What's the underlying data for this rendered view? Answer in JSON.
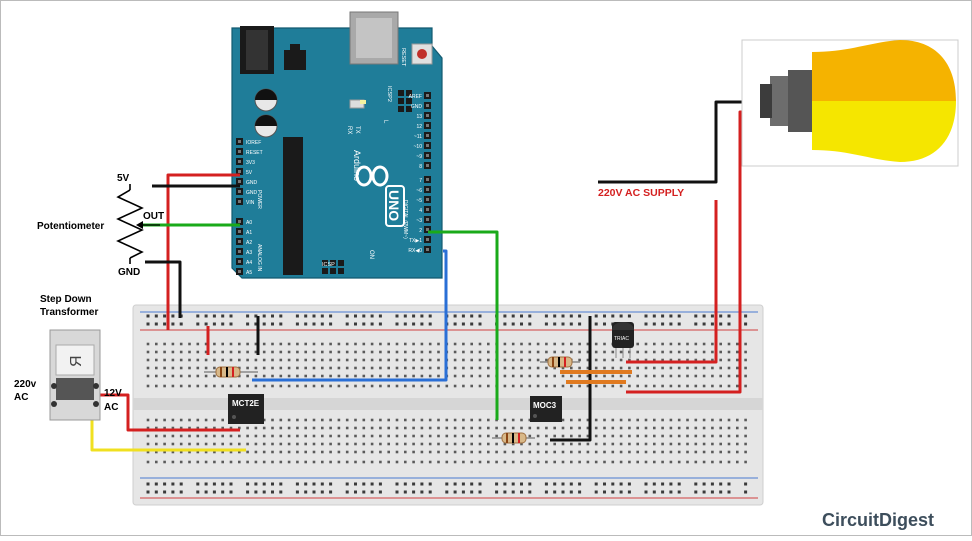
{
  "labels": {
    "v5": "5V",
    "out": "OUT",
    "pot": "Potentiometer",
    "gnd": "GND",
    "transformer": [
      "Step Down",
      "Transformer"
    ],
    "ac_in": [
      "220v",
      "AC"
    ],
    "ac_out": [
      "12V",
      "AC"
    ],
    "supply": "220V AC SUPPLY",
    "mct": "MCT2E",
    "moc": "MOC3",
    "triac": "TRIAC",
    "transformer_mark": "Я"
  },
  "arduino": {
    "name": "UNO",
    "brand": "Arduino",
    "reset": "RESET",
    "icsp": "ICSP",
    "icsp2": "ICSP2",
    "tx": "TX",
    "rx": "RX",
    "on": "ON",
    "l": "L",
    "digital": "DIGITAL (PWM~)",
    "analog": "ANALOG IN",
    "power": "POWER",
    "power_pins": [
      "IOREF",
      "RESET",
      "3V3",
      "5V",
      "GND",
      "GND",
      "VIN"
    ],
    "analog_pins": [
      "A0",
      "A1",
      "A2",
      "A3",
      "A4",
      "A5"
    ],
    "digital_top": [
      "AREF",
      "GND",
      "13",
      "12",
      "~11",
      "~10",
      "~9",
      "8"
    ],
    "digital_bottom": [
      "7",
      "~6",
      "~5",
      "4",
      "~3",
      "2",
      "TX▶1",
      "RX◀0"
    ]
  },
  "logo": {
    "text": "CircuitDigest"
  },
  "colors": {
    "board": "#1f7d99",
    "red": "#d42020",
    "black": "#111111",
    "green": "#1aaa1a",
    "blue": "#2a6fd6",
    "yellow": "#f0e020",
    "bulb_top": "#f5b300",
    "bulb_bottom": "#f5e600"
  }
}
